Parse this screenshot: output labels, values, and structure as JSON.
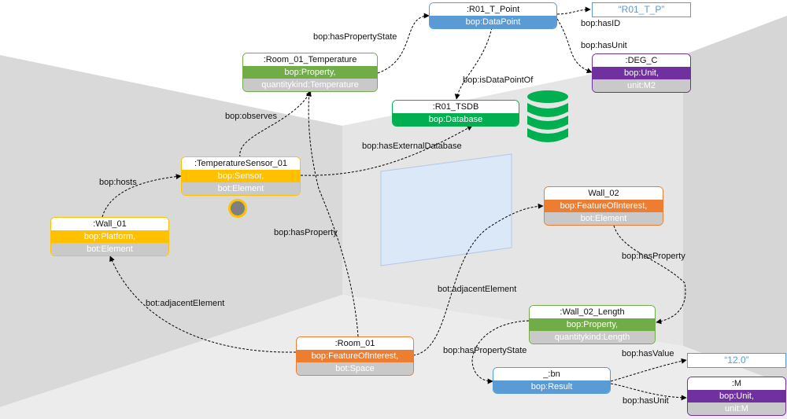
{
  "nodes": {
    "r01_t_point": {
      "title": ":R01_T_Point",
      "rows": [
        "bop:DataPoint"
      ]
    },
    "room_01_temperature": {
      "title": ":Room_01_Temperature",
      "rows": [
        "bop:Property,",
        "quantitykind:Temperature"
      ]
    },
    "deg_c": {
      "title": ":DEG_C",
      "rows": [
        "bop:Unit,",
        "unit:M2"
      ]
    },
    "r01_tsdb": {
      "title": ":R01_TSDB",
      "rows": [
        "bop:Database"
      ]
    },
    "temperature_sensor_01": {
      "title": ":TemperatureSensor_01",
      "rows": [
        "bop:Sensor,",
        "bot:Element"
      ]
    },
    "wall_01": {
      "title": ":Wall_01",
      "rows": [
        "bop:Platform,",
        "bot:Element"
      ]
    },
    "wall_02": {
      "title": "Wall_02",
      "rows": [
        "bop:FeatureOfInterest,",
        "bot:Element"
      ]
    },
    "wall_02_length": {
      "title": ":Wall_02_Length",
      "rows": [
        "bop:Property,",
        "quantitykind:Length"
      ]
    },
    "room_01": {
      "title": ":Room_01",
      "rows": [
        "bop:FeatureOfInterest,",
        "bot:Space"
      ]
    },
    "bn": {
      "title": "_:bn",
      "rows": [
        "bop:Result"
      ]
    },
    "m": {
      "title": ":M",
      "rows": [
        "bop:Unit,",
        "unit:M"
      ]
    }
  },
  "literals": {
    "r01_t_p": "“R01_T_P”",
    "value_12": "“12.0”"
  },
  "edges": {
    "has_property_state_1": "bop:hasPropertyState",
    "has_id": "bop:hasID",
    "has_unit_1": "bop:hasUnit",
    "is_data_point_of": "bop:isDataPointOf",
    "observes": "bop:observes",
    "has_external_database": "bop:hasExternalDatabase",
    "hosts": "bop:hosts",
    "has_property_1": "bop:hasProperty",
    "has_property_2": "bop:hasProperty",
    "adjacent_element_1": "bot:adjacentElement",
    "adjacent_element_2": "bot:adjacentElement",
    "has_property_state_2": "bop:hasPropertyState",
    "has_value": "bop:hasValue",
    "has_unit_2": "bop:hasUnit"
  },
  "colors": {
    "blue": "#5b9bd5",
    "green": "#70ad47",
    "purple": "#7030a0",
    "yellow": "#ffc000",
    "orange": "#ed7d31",
    "teal": "#00b050",
    "gray": "#c9c9c9",
    "room_gray": "#d9d9d9",
    "room_light": "#e7e7e7",
    "window": "#dae8f7"
  }
}
